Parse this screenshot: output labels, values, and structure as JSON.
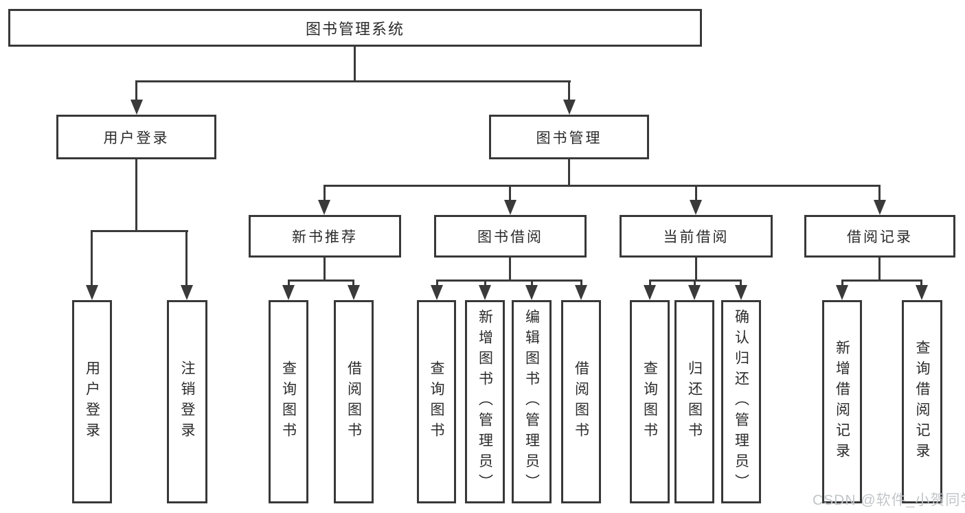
{
  "diagram": {
    "kind": "hierarchy-tree",
    "background_color": "#ffffff",
    "line_color": "#3a3a3a",
    "box_border_color": "#383838",
    "text_color": "#2b2b2b",
    "watermark_color": "#c2c6c9"
  },
  "tree": {
    "label": "图书管理系统",
    "children": [
      {
        "label": "用户登录",
        "children": [
          {
            "label": "用户登录"
          },
          {
            "label": "注销登录"
          }
        ]
      },
      {
        "label": "图书管理",
        "children": [
          {
            "label": "新书推荐",
            "children": [
              {
                "label": "查询图书"
              },
              {
                "label": "借阅图书"
              }
            ]
          },
          {
            "label": "图书借阅",
            "children": [
              {
                "label": "查询图书"
              },
              {
                "label": "新增图书（管理员）"
              },
              {
                "label": "编辑图书（管理员）"
              },
              {
                "label": "借阅图书"
              }
            ]
          },
          {
            "label": "当前借阅",
            "children": [
              {
                "label": "查询图书"
              },
              {
                "label": "归还图书"
              },
              {
                "label": "确认归还（管理员）"
              }
            ]
          },
          {
            "label": "借阅记录",
            "children": [
              {
                "label": "新增借阅记录"
              },
              {
                "label": "查询借阅记录"
              }
            ]
          }
        ]
      }
    ]
  },
  "watermark": {
    "text": "CSDN @软件_小贺同学"
  }
}
